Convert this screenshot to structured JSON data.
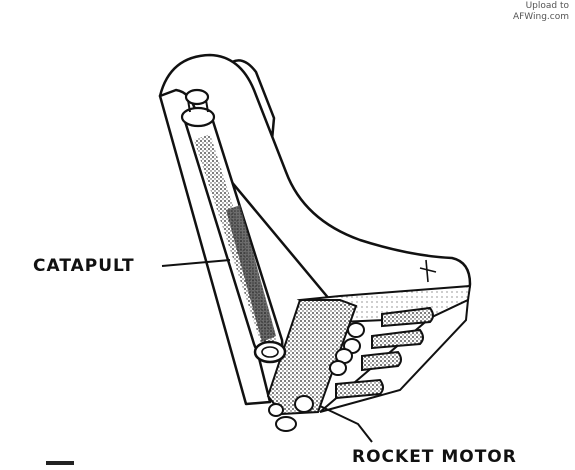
{
  "watermark": {
    "line1": "Upload to",
    "line2": "AFWing.com"
  },
  "labels": {
    "catapult": "CATAPULT",
    "rocket_motor": "ROCKET MOTOR"
  }
}
